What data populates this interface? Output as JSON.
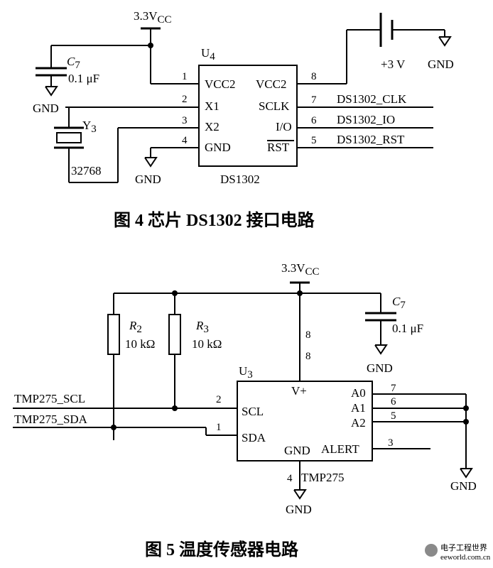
{
  "figure4": {
    "caption": "图 4   芯片 DS1302 接口电路",
    "vcc": "3.3V",
    "vcc_sub": "CC",
    "cap_name": "C",
    "cap_sub": "7",
    "cap_value": "0.1 μF",
    "gnd": "GND",
    "crystal_name": "Y",
    "crystal_sub": "3",
    "crystal_value": "32768",
    "ic_ref": "U",
    "ic_ref_sub": "4",
    "ic_name": "DS1302",
    "battery": "+3 V",
    "pins_left": [
      {
        "num": "1",
        "name": "VCC2"
      },
      {
        "num": "2",
        "name": "X1"
      },
      {
        "num": "3",
        "name": "X2"
      },
      {
        "num": "4",
        "name": "GND"
      }
    ],
    "pins_right": [
      {
        "num": "8",
        "name": "VCC2",
        "net": ""
      },
      {
        "num": "7",
        "name": "SCLK",
        "net": "DS1302_CLK"
      },
      {
        "num": "6",
        "name": "I/O",
        "net": "DS1302_IO"
      },
      {
        "num": "5",
        "name": "RST",
        "net": "DS1302_RST"
      }
    ]
  },
  "figure5": {
    "caption": "图 5   温度传感器电路",
    "vcc": "3.3V",
    "vcc_sub": "CC",
    "r2_name": "R",
    "r2_sub": "2",
    "r2_value": "10 kΩ",
    "r3_name": "R",
    "r3_sub": "3",
    "r3_value": "10 kΩ",
    "cap_name": "C",
    "cap_sub": "7",
    "cap_value": "0.1 μF",
    "gnd": "GND",
    "ic_ref": "U",
    "ic_ref_sub": "3",
    "ic_name": "TMP275",
    "vplus_pin_a": "8",
    "vplus_pin_b": "8",
    "vplus": "V+",
    "net_scl": "TMP275_SCL",
    "net_sda": "TMP275_SDA",
    "pin_scl_num": "2",
    "pin_scl": "SCL",
    "pin_sda_num": "1",
    "pin_sda": "SDA",
    "pin_gnd": "GND",
    "pin_gnd_num": "4",
    "pin_alert": "ALERT",
    "pin_alert_num": "3",
    "pins_a": [
      {
        "num": "7",
        "name": "A0"
      },
      {
        "num": "6",
        "name": "A1"
      },
      {
        "num": "5",
        "name": "A2"
      }
    ]
  },
  "watermark": {
    "text": "电子工程世界",
    "url": "eeworld.com.cn"
  }
}
